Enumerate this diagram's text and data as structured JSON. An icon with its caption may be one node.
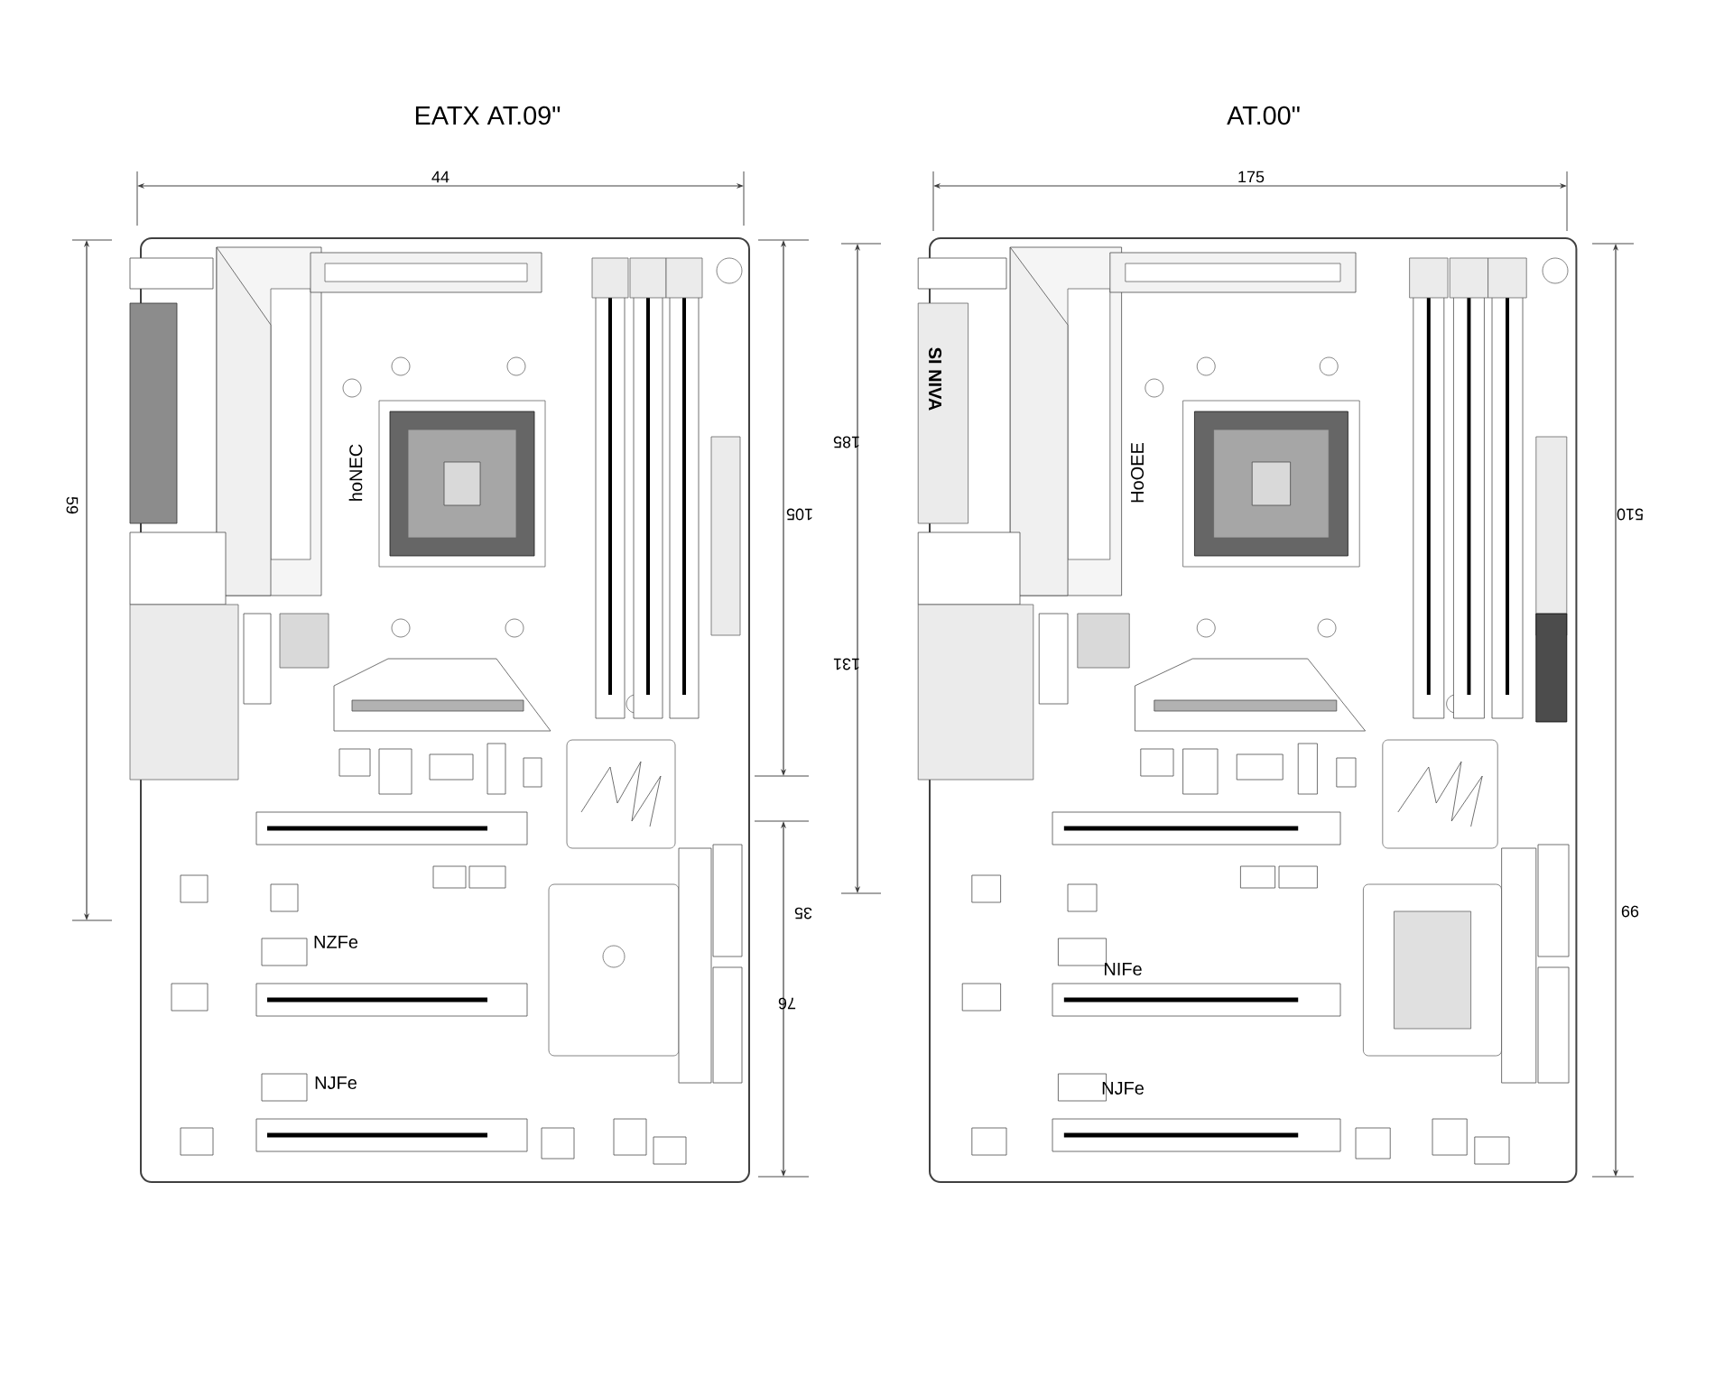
{
  "diagram": {
    "labels": [
      "EATX AT.09\"",
      "AT.00\"",
      "44",
      "175",
      "59",
      "105",
      "35",
      "76",
      "185",
      "131",
      "510",
      "99",
      "hoNEC",
      "NZFe",
      "NJFe",
      "SI NIVA",
      "HoOEE",
      "NIFe",
      "NJFe"
    ]
  }
}
